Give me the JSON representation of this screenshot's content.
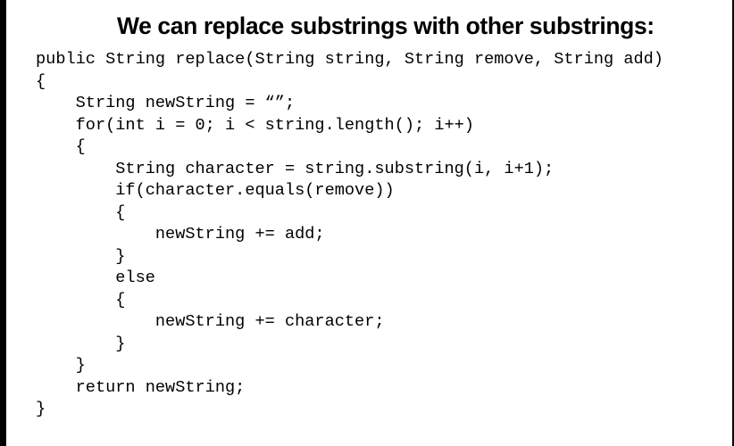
{
  "slide": {
    "title": "We can replace substrings with other substrings:",
    "code_lines": [
      "public String replace(String string, String remove, String add)",
      "{",
      "    String newString = “”;",
      "    for(int i = 0; i < string.length(); i++)",
      "    {",
      "        String character = string.substring(i, i+1);",
      "        if(character.equals(remove))",
      "        {",
      "            newString += add;",
      "        }",
      "        else",
      "        {",
      "            newString += character;",
      "        }",
      "    }",
      "    return newString;",
      "}"
    ]
  }
}
